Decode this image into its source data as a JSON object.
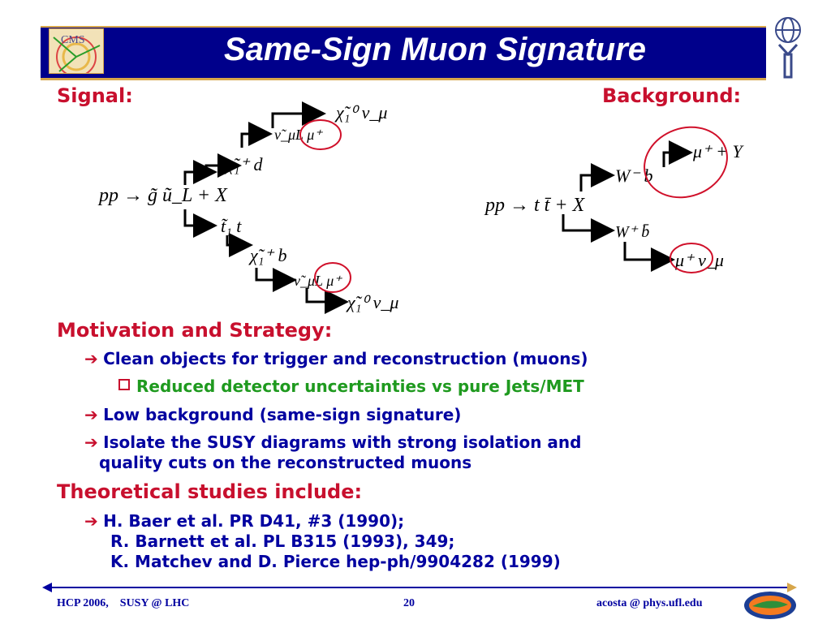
{
  "title": "Same-Sign Muon Signature",
  "logos": {
    "left_logo_text": "CMS",
    "left_logo_icon": "cms-detector-logo",
    "right_logo_icon": "atlas-figure-logo",
    "footer_logo_icon": "florida-gator-logo"
  },
  "signal": {
    "heading": "Signal:",
    "production": "pp → g̃ ũ_L + X",
    "chain": [
      "χ̃₁⁰ ν_μ",
      "ν̃_μL μ⁺",
      "χ̃₁⁺ d",
      "t̃₁ t",
      "χ̃₁⁺ b",
      "ν̃_μL μ⁺",
      "χ̃₁⁰ ν_μ"
    ]
  },
  "background": {
    "heading": "Background:",
    "production": "pp → t t̄ + X",
    "chain": [
      "μ⁺ + Y",
      "W⁻ b",
      "W⁺ b̄",
      "μ⁺ ν_μ"
    ]
  },
  "motivation": {
    "heading": "Motivation and Strategy:",
    "items": [
      "Clean objects for trigger and reconstruction (muons)",
      "Reduced detector uncertainties vs pure Jets/MET",
      "Low background (same-sign signature)",
      "Isolate the SUSY diagrams with strong isolation and",
      "quality cuts on the reconstructed muons"
    ]
  },
  "theory": {
    "heading": "Theoretical studies include:",
    "refs": [
      "H. Baer et al. PR D41, #3 (1990);",
      "R. Barnett et al. PL B315 (1993), 349;",
      "K. Matchev and D. Pierce hep-ph/9904282 (1999)"
    ]
  },
  "footer": {
    "left": "HCP 2006,    SUSY @ LHC",
    "page": "20",
    "right": "acosta @ phys.ufl.edu"
  },
  "colors": {
    "title_bg": "#00008b",
    "accent_gold": "#d7a64a",
    "heading_red": "#c8102e",
    "bullet_blue": "#0000a0",
    "sub_green": "#1f9a1f"
  }
}
